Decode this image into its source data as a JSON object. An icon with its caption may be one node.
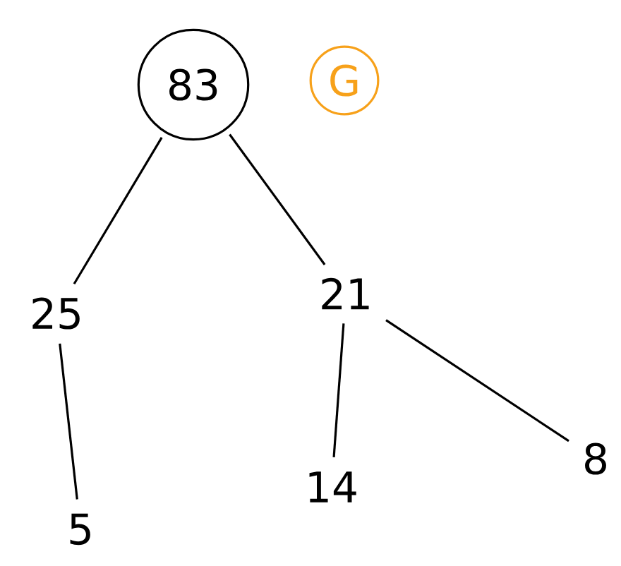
{
  "diagram": {
    "nodes": [
      {
        "text": [
          "83"
        ]
      },
      {
        "text": [
          "G"
        ]
      },
      {
        "text": [
          "25"
        ]
      },
      {
        "text": [
          "21"
        ]
      },
      {
        "text": [
          "5"
        ]
      },
      {
        "text": [
          "14"
        ]
      },
      {
        "text": [
          "8"
        ]
      }
    ],
    "edges": [
      {
        "from": 0,
        "to": 2,
        "arrow": "none"
      },
      {
        "from": 0,
        "to": 3,
        "arrow": "none"
      },
      {
        "from": 2,
        "to": 4,
        "arrow": "none"
      },
      {
        "from": 3,
        "to": 5,
        "arrow": "none"
      },
      {
        "from": 3,
        "to": 6,
        "arrow": "none"
      }
    ]
  }
}
